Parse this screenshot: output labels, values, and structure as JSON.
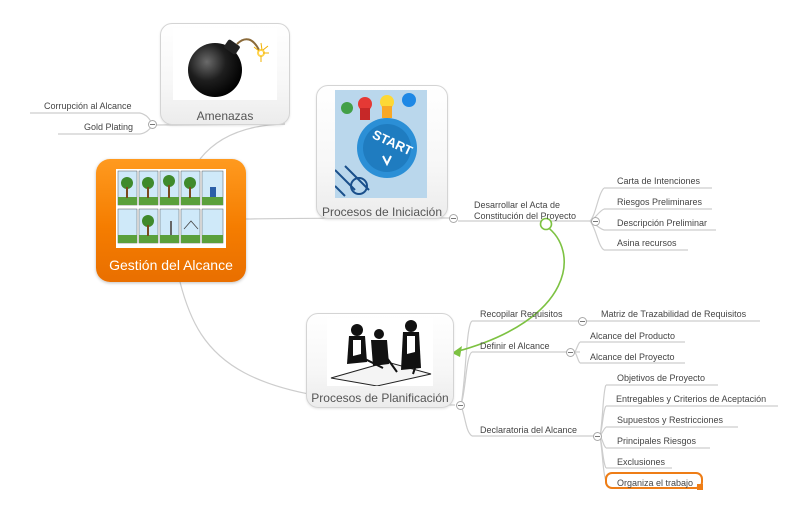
{
  "root": {
    "title": "Gestión del Alcance"
  },
  "threats": {
    "title": "Amenazas",
    "items": [
      "Corrupción al Alcance",
      "Gold Plating"
    ]
  },
  "initiation": {
    "title": "Procesos de Iniciación",
    "child": {
      "title_line1": "Desarrollar el Acta de",
      "title_line2": "Constitución del Proyecto"
    },
    "items": [
      "Carta de Intenciones",
      "Riesgos Preliminares",
      "Descripción Preliminar",
      "Asina recursos"
    ]
  },
  "planning": {
    "title": "Procesos de Planificación",
    "gather": {
      "title": "Recopilar Requisitos",
      "items": [
        "Matriz de Trazabilidad de Requisitos"
      ]
    },
    "define": {
      "title": "Definir el Alcance",
      "items": [
        "Alcance del Producto",
        "Alcance del Proyecto"
      ]
    },
    "statement": {
      "title": "Declaratoria del Alcance",
      "items": [
        "Objetivos de Proyecto",
        "Entregables y Criterios de Aceptación",
        "Supuestos y Restricciones",
        "Principales Riesgos",
        "Exclusiones",
        "Organiza el trabajo"
      ]
    }
  },
  "colors": {
    "root": "#f57d00",
    "relationship": "#7dc242",
    "highlight": "#ee7d16",
    "line": "#cfcfcf"
  }
}
